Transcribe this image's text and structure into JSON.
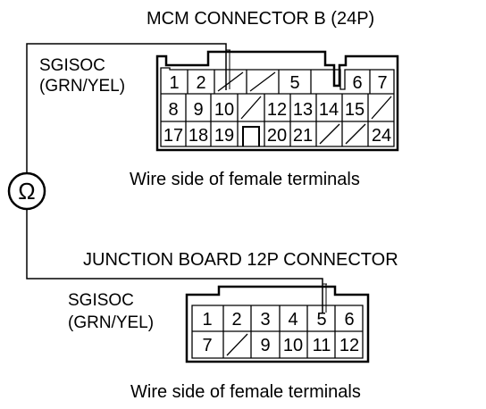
{
  "mcm": {
    "title": "MCM CONNECTOR B (24P)",
    "wire_label_1": "SGISOC",
    "wire_label_2": "(GRN/YEL)",
    "caption": "Wire side of female terminals",
    "rows": [
      [
        "1",
        "2",
        "",
        "",
        "5",
        "",
        "6",
        "7"
      ],
      [
        "8",
        "9",
        "10",
        "",
        "12",
        "13",
        "14",
        "15",
        ""
      ],
      [
        "17",
        "18",
        "19",
        "",
        "20",
        "21",
        "",
        "",
        "24"
      ]
    ]
  },
  "meter": {
    "symbol": "Ω",
    "icon": "ohmmeter-icon"
  },
  "junction": {
    "title": "JUNCTION BOARD 12P CONNECTOR",
    "wire_label_1": "SGISOC",
    "wire_label_2": "(GRN/YEL)",
    "caption": "Wire side of female terminals",
    "rows": [
      [
        "1",
        "2",
        "3",
        "4",
        "5",
        "6"
      ],
      [
        "7",
        "",
        "9",
        "10",
        "11",
        "12"
      ]
    ]
  }
}
